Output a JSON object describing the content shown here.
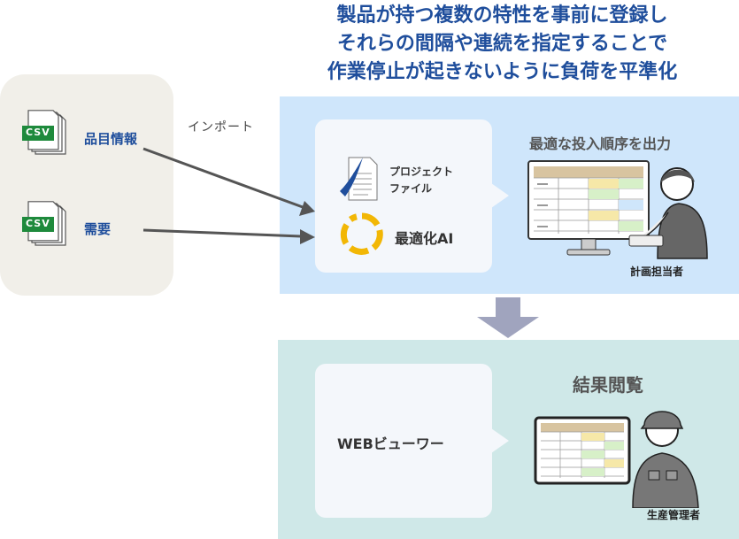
{
  "headline": {
    "line1": "製品が持つ複数の特性を事前に登録し",
    "line2": "それらの間隔や連続を指定することで",
    "line3": "作業停止が起きないように負荷を平準化"
  },
  "inputs": {
    "csv_badge": "CSV",
    "items": [
      {
        "label": "品目情報"
      },
      {
        "label": "需要"
      }
    ]
  },
  "import_label": "インポート",
  "optimizer": {
    "project_file_line1": "プロジェクト",
    "project_file_line2": "ファイル",
    "ai_label": "最適化AI",
    "output_title": "最適な投入順序を出力",
    "planner_caption": "計画担当者"
  },
  "viewer": {
    "web_viewer_label": "WEBビューワー",
    "result_title": "結果閲覧",
    "manager_caption": "生産管理者"
  },
  "colors": {
    "headline": "#1f4e9c",
    "blue_panel": "#cfe6fb",
    "teal_panel": "#cfe8e8",
    "input_panel": "#f1efe9",
    "csv_green": "#1e8a3c",
    "ai_ring": "#f2b705"
  }
}
